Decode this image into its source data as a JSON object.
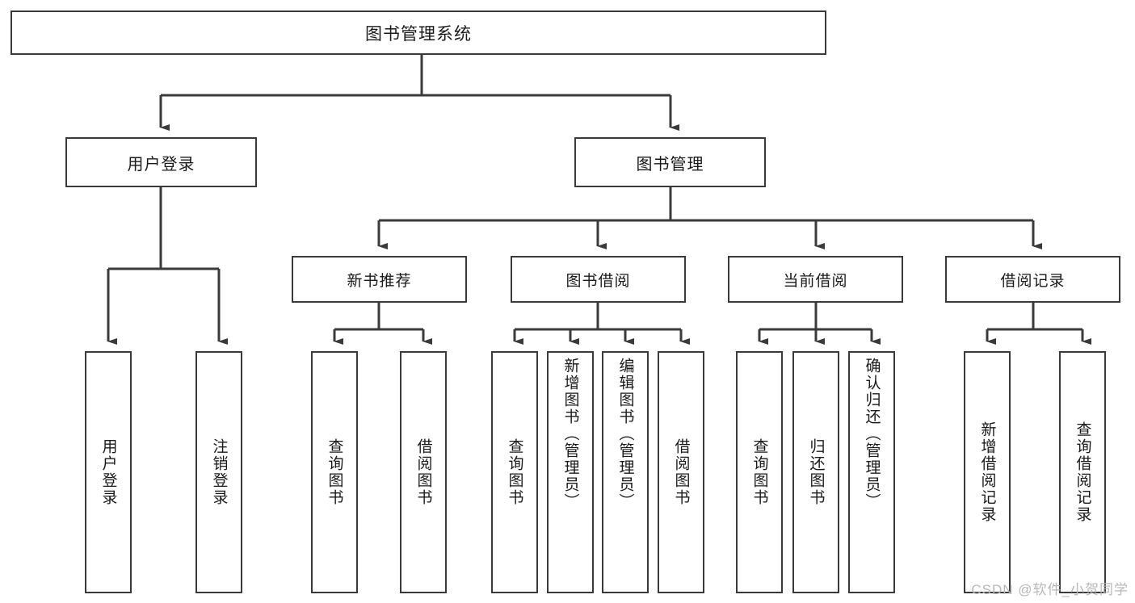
{
  "diagram": {
    "title": "图书管理系统",
    "watermark": "CSDN @软件_小贺同学",
    "line_color": "#3a3a3a",
    "box_fill": "#ffffff",
    "text_color": "#1a1a1a",
    "watermark_color": "#b8b8b8"
  },
  "nodes": {
    "root": {
      "label": "图书管理系统"
    },
    "level1": [
      {
        "label": "用户登录"
      },
      {
        "label": "图书管理"
      }
    ],
    "level2": [
      {
        "label": "新书推荐"
      },
      {
        "label": "图书借阅"
      },
      {
        "label": "当前借阅"
      },
      {
        "label": "借阅记录"
      }
    ],
    "leaves": {
      "user_login": [
        {
          "label": "用户登录"
        },
        {
          "label": "注销登录"
        }
      ],
      "new_book_recommend": [
        {
          "label": "查询图书"
        },
        {
          "label": "借阅图书"
        }
      ],
      "book_borrow": [
        {
          "label": "查询图书"
        },
        {
          "label": "新增图书（管理员）"
        },
        {
          "label": "编辑图书（管理员）"
        },
        {
          "label": "借阅图书"
        }
      ],
      "current_borrow": [
        {
          "label": "查询图书"
        },
        {
          "label": "归还图书"
        },
        {
          "label": "确认归还（管理员）"
        }
      ],
      "borrow_record": [
        {
          "label": "新增借阅记录"
        },
        {
          "label": "查询借阅记录"
        }
      ]
    }
  },
  "chart_data": {
    "type": "tree",
    "title": "图书管理系统",
    "orientation": "top-down",
    "root": {
      "label": "图书管理系统",
      "children": [
        {
          "label": "用户登录",
          "children": [
            {
              "label": "用户登录"
            },
            {
              "label": "注销登录"
            }
          ]
        },
        {
          "label": "图书管理",
          "children": [
            {
              "label": "新书推荐",
              "children": [
                {
                  "label": "查询图书"
                },
                {
                  "label": "借阅图书"
                }
              ]
            },
            {
              "label": "图书借阅",
              "children": [
                {
                  "label": "查询图书"
                },
                {
                  "label": "新增图书（管理员）"
                },
                {
                  "label": "编辑图书（管理员）"
                },
                {
                  "label": "借阅图书"
                }
              ]
            },
            {
              "label": "当前借阅",
              "children": [
                {
                  "label": "查询图书"
                },
                {
                  "label": "归还图书"
                },
                {
                  "label": "确认归还（管理员）"
                }
              ]
            },
            {
              "label": "借阅记录",
              "children": [
                {
                  "label": "新增借阅记录"
                },
                {
                  "label": "查询借阅记录"
                }
              ]
            }
          ]
        }
      ]
    },
    "depth": 4,
    "node_count": 18,
    "leaf_count": 13
  }
}
